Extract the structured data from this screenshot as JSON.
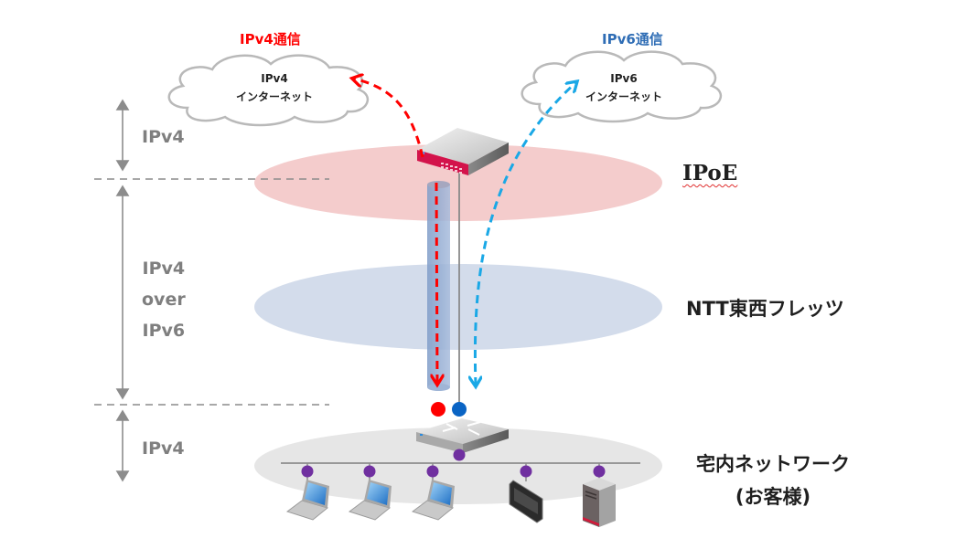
{
  "communications": {
    "ipv4": {
      "title": "IPv4通信",
      "color": "#ff0000"
    },
    "ipv6": {
      "title": "IPv6通信",
      "color": "#2f6db5"
    }
  },
  "clouds": {
    "ipv4": {
      "line1": "IPv4",
      "line2": "インターネット"
    },
    "ipv6": {
      "line1": "IPv6",
      "line2": "インターネット"
    }
  },
  "layers": {
    "top": {
      "label": "IPv4"
    },
    "middle": {
      "line1": "IPv4",
      "line2": "over",
      "line3": "IPv6"
    },
    "bottom": {
      "label": "IPv4"
    }
  },
  "zones": {
    "ipoe": {
      "label": "IPoE",
      "color": "#f4cccc"
    },
    "flets": {
      "label": "NTT東西フレッツ",
      "color": "#d3dceb"
    },
    "home": {
      "line1": "宅内ネットワーク",
      "line2": "(お客様)",
      "color": "#e6e6e6"
    }
  },
  "flows": {
    "ipv4_arrow_color": "#ff0000",
    "ipv6_arrow_color": "#1aa8e6",
    "tunnel_color": "#8faad0"
  },
  "endpoints": {
    "ipv4_dot_color": "#ff0000",
    "ipv6_dot_color": "#0a64c4",
    "node_color": "#7030a0"
  },
  "devices": [
    {
      "type": "laptop"
    },
    {
      "type": "laptop"
    },
    {
      "type": "laptop"
    },
    {
      "type": "tablet"
    },
    {
      "type": "server"
    }
  ]
}
